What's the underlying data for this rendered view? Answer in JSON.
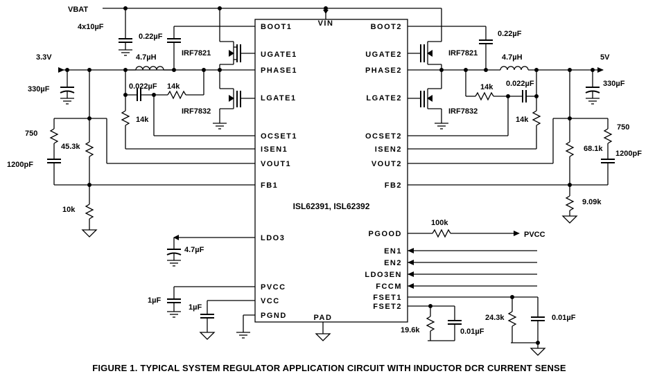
{
  "ic": {
    "name": "ISL62391, ISL62392",
    "left_pins": [
      "BOOT1",
      "UGATE1",
      "PHASE1",
      "LGATE1",
      "OCSET1",
      "ISEN1",
      "VOUT1",
      "FB1",
      "LDO3",
      "PVCC",
      "VCC",
      "PGND"
    ],
    "right_pins": [
      "BOOT2",
      "UGATE2",
      "PHASE2",
      "LGATE2",
      "OCSET2",
      "ISEN2",
      "VOUT2",
      "FB2",
      "PGOOD",
      "EN1",
      "EN2",
      "LDO3EN",
      "FCCM",
      "FSET1",
      "FSET2"
    ],
    "top_pin": "VIN",
    "bottom_pin": "PAD"
  },
  "rails": {
    "vbat": "VBAT",
    "out1": "3.3V",
    "out2": "5V",
    "pvcc": "PVCC"
  },
  "components": {
    "c_vbat": "4x10µF",
    "c_boot1": "0.22µF",
    "l1": "4.7µH",
    "q_high1": "IRF7821",
    "q_low1": "IRF7832",
    "c_out1": "330µF",
    "c_sense1": "0.022µF",
    "r_sense1": "14k",
    "r_isen1": "14k",
    "r_750_1": "750",
    "r_fb1_top": "45.3k",
    "c_1200_1": "1200pF",
    "r_fb1_bot": "10k",
    "c_ldo3": "4.7µF",
    "c_pvcc": "1µF",
    "c_vcc": "1µF",
    "c_boot2": "0.22µF",
    "q_high2": "IRF7821",
    "l2": "4.7µH",
    "c_out2": "330µF",
    "r_sense2": "14k",
    "c_sense2": "0.022µF",
    "q_low2": "IRF7832",
    "r_isen2": "14k",
    "r_750_2": "750",
    "r_fb2_top": "68.1k",
    "c_1200_2": "1200pF",
    "r_fb2_bot": "9.09k",
    "r_pgood": "100k",
    "r_fset1": "19.6k",
    "c_fset1": "0.01µF",
    "r_fset2": "24.3k",
    "c_fset2": "0.01µF"
  },
  "caption": "FIGURE 1.  TYPICAL SYSTEM REGULATOR APPLICATION CIRCUIT WITH INDUCTOR DCR CURRENT SENSE"
}
